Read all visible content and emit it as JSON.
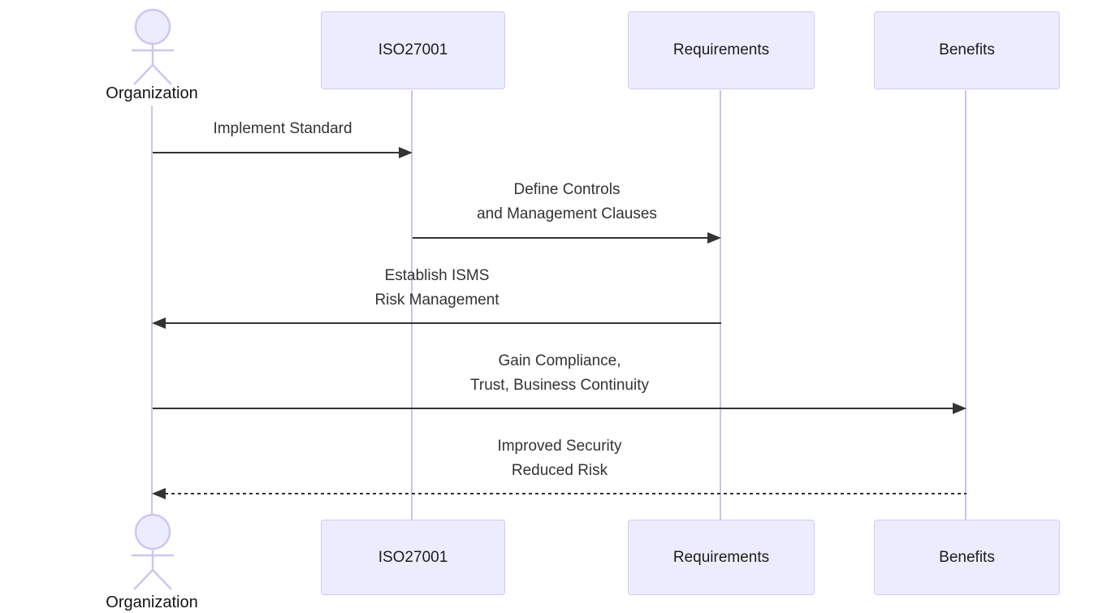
{
  "diagram": {
    "type": "sequence-diagram",
    "colors": {
      "participant_fill": "#ececff",
      "participant_border": "#d2caf0",
      "lifeline": "#ccc3ec",
      "arrow": "#333333",
      "label_text": "#1c1c1c",
      "message_text": "#333333"
    },
    "actor": {
      "name": "Organization"
    },
    "participants": [
      {
        "label": "ISO27001"
      },
      {
        "label": "Requirements"
      },
      {
        "label": "Benefits"
      }
    ],
    "messages": [
      {
        "from": "Organization",
        "to": "ISO27001",
        "style": "solid",
        "direction": "right",
        "text": "Implement Standard"
      },
      {
        "from": "ISO27001",
        "to": "Requirements",
        "style": "solid",
        "direction": "right",
        "text": "Define Controls\nand Management Clauses"
      },
      {
        "from": "Requirements",
        "to": "Organization",
        "style": "solid",
        "direction": "left",
        "text": "Establish ISMS\nRisk Management"
      },
      {
        "from": "Organization",
        "to": "Benefits",
        "style": "solid",
        "direction": "right",
        "text": "Gain Compliance,\nTrust, Business Continuity"
      },
      {
        "from": "Benefits",
        "to": "Organization",
        "style": "dashed",
        "direction": "left",
        "text": "Improved Security\nReduced Risk"
      }
    ]
  }
}
